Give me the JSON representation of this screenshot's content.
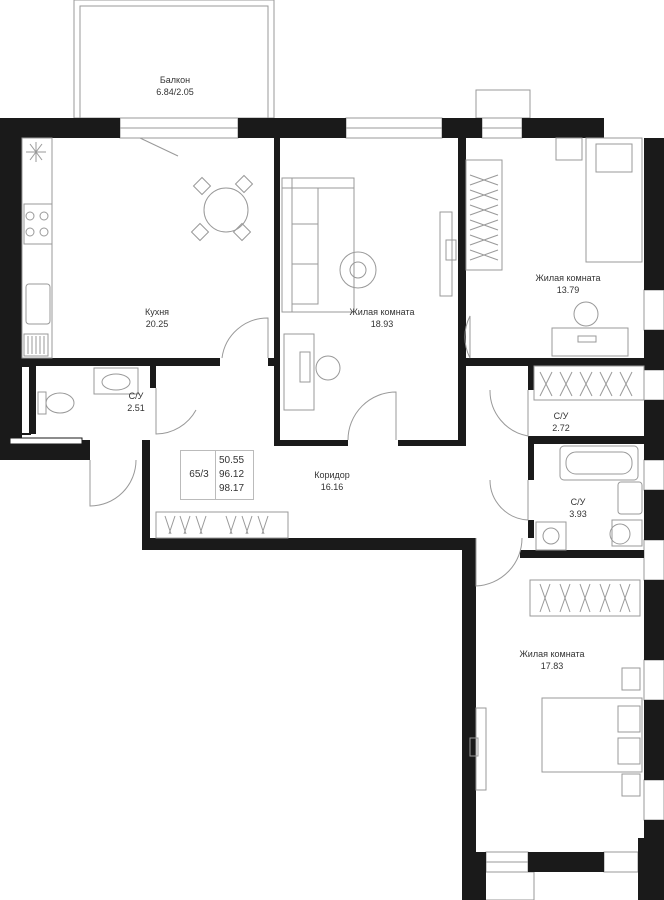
{
  "rooms": {
    "balcony": {
      "name": "Балкон",
      "area": "6.84/2.05"
    },
    "kitchen": {
      "name": "Кухня",
      "area": "20.25"
    },
    "living_center": {
      "name": "Жилая комната",
      "area": "18.93"
    },
    "living_right": {
      "name": "Жилая комната",
      "area": "13.79"
    },
    "bath_left": {
      "name": "С/У",
      "area": "2.51"
    },
    "bath_mid": {
      "name": "С/У",
      "area": "2.72"
    },
    "bath_right": {
      "name": "С/У",
      "area": "3.93"
    },
    "corridor": {
      "name": "Коридор",
      "area": "16.16"
    },
    "living_bottom": {
      "name": "Жилая комната",
      "area": "17.83"
    }
  },
  "apartment": {
    "code": "65/3",
    "areas": [
      "50.55",
      "96.12",
      "98.17"
    ]
  },
  "colors": {
    "wall": "#1a1a1a",
    "line": "#888888",
    "furniture": "#9a9a9a"
  }
}
